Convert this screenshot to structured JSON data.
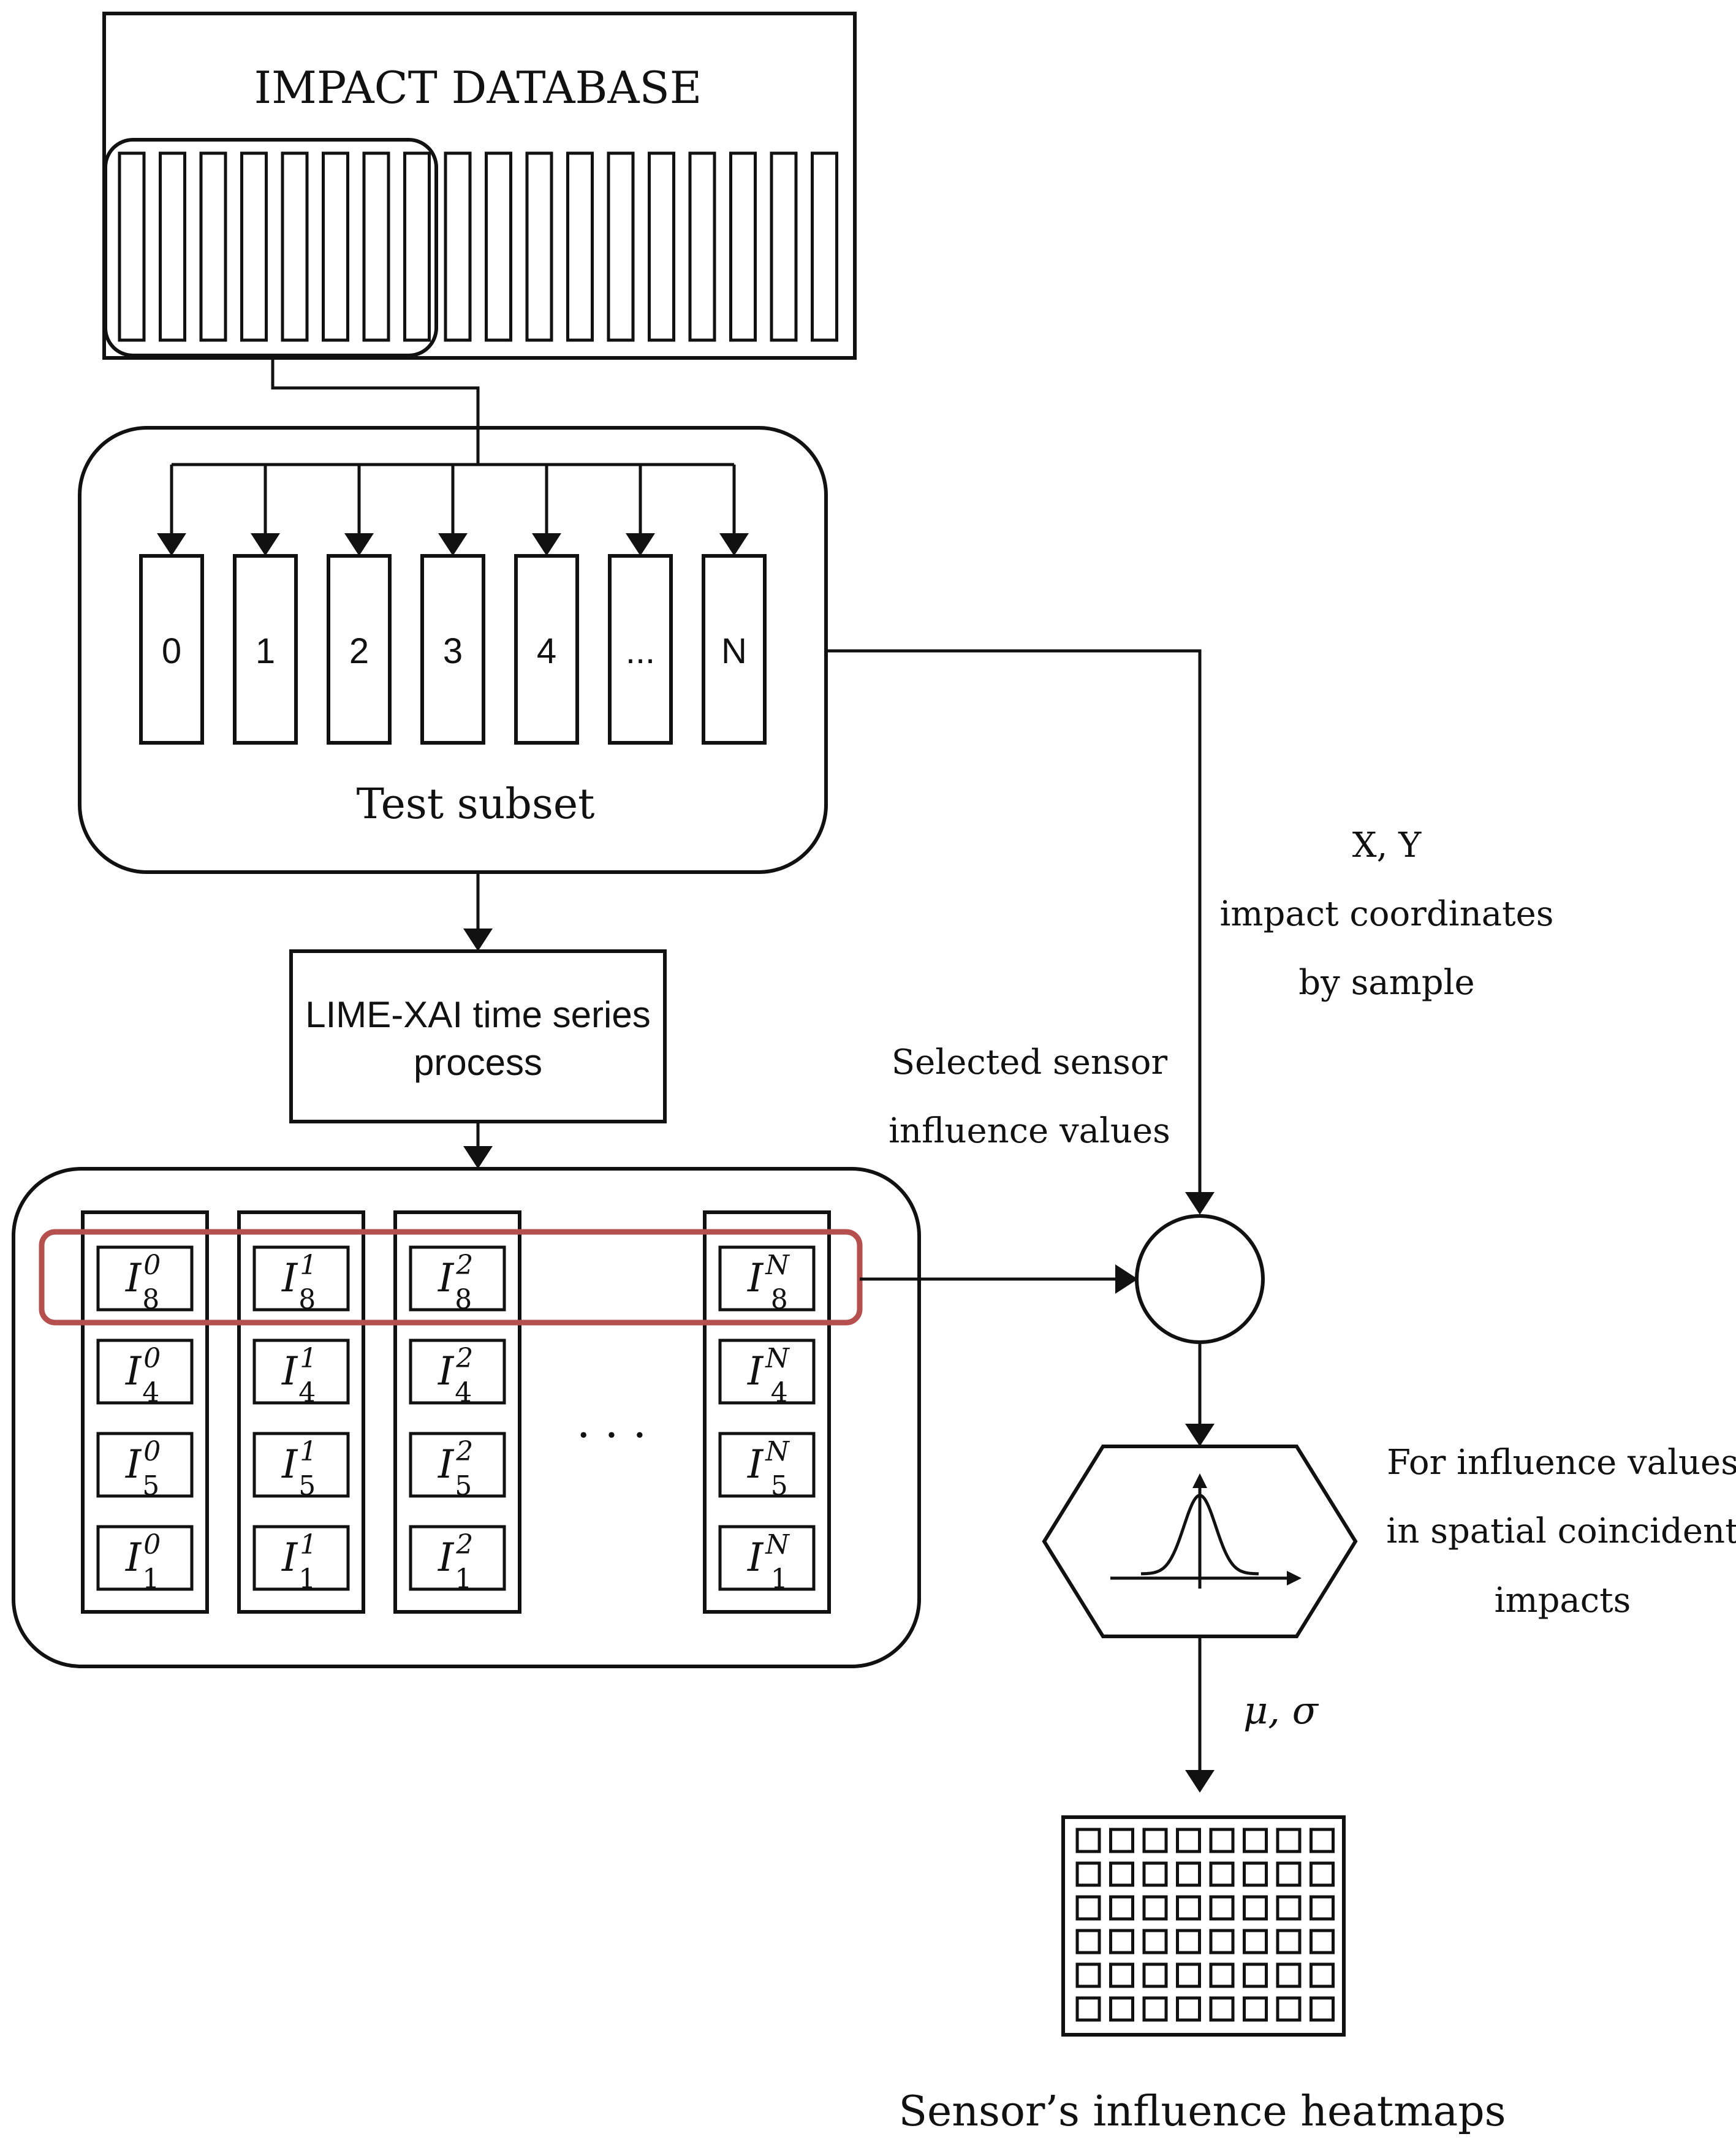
{
  "database": {
    "title": "IMPACT DATABASE"
  },
  "test_subset": {
    "label": "Test subset",
    "samples": [
      "0",
      "1",
      "2",
      "3",
      "4",
      "...",
      "N"
    ]
  },
  "process": {
    "line1": "LIME-XAI time series",
    "line2": "process"
  },
  "influence_matrix": {
    "columns": [
      {
        "sup": "0",
        "cells": [
          "8",
          "4",
          "5",
          "1"
        ]
      },
      {
        "sup": "1",
        "cells": [
          "8",
          "4",
          "5",
          "1"
        ]
      },
      {
        "sup": "2",
        "cells": [
          "8",
          "4",
          "5",
          "1"
        ]
      },
      {
        "sup": "N",
        "cells": [
          "8",
          "4",
          "5",
          "1"
        ]
      }
    ],
    "symbol": "I",
    "ellipsis": ". . ."
  },
  "labels": {
    "coords_line1": "X, Y",
    "coords_line2": "impact coordinates",
    "coords_line3": "by sample",
    "selected_line1": "Selected sensor",
    "selected_line2": "influence values",
    "for_line1": "For influence values",
    "for_line2": "in spatial coincident",
    "for_line3": "impacts",
    "mu_sigma": "μ, σ",
    "heatmap": "Sensor’s influence heatmaps"
  },
  "colors": {
    "highlight": "#b5504e",
    "stroke": "#111111"
  }
}
